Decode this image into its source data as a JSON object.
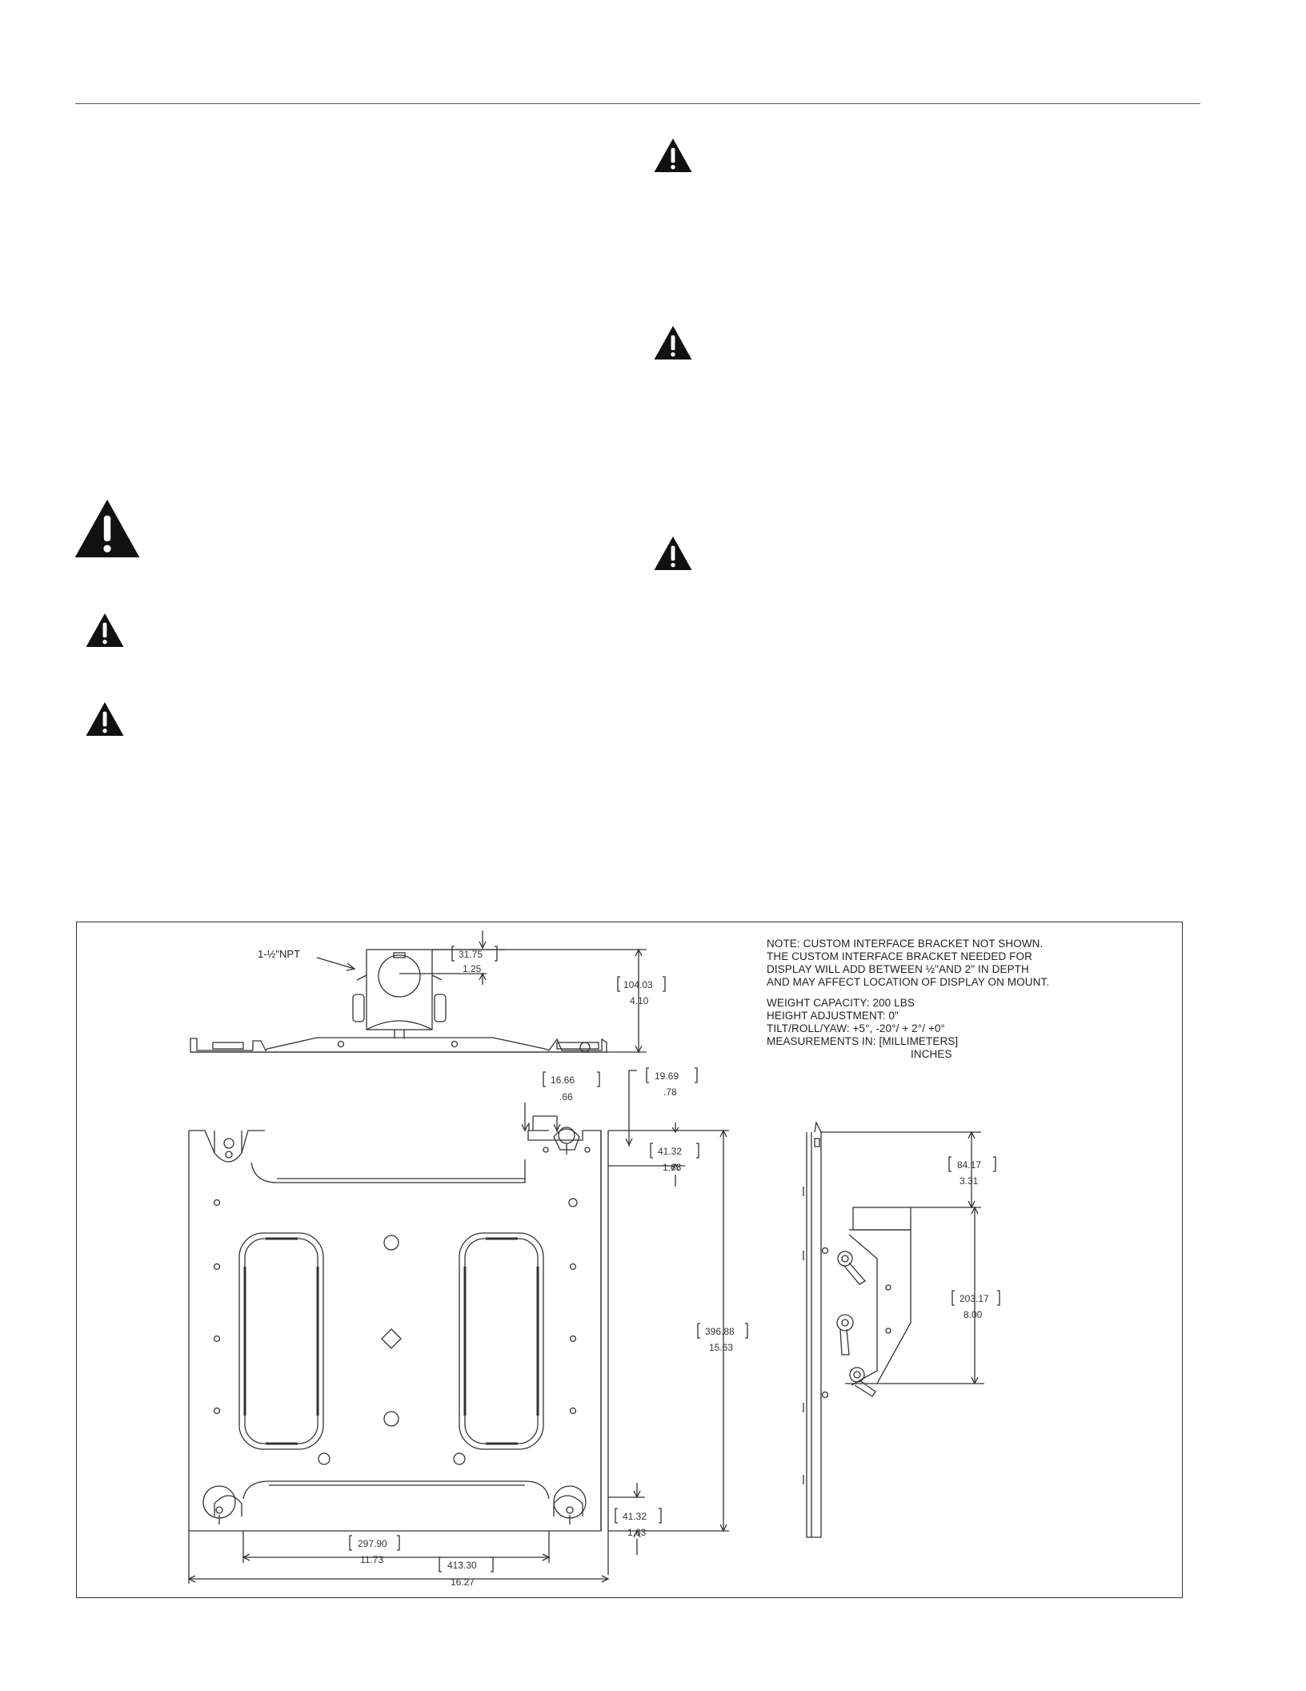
{
  "figure": {
    "callout": "1-½\"NPT",
    "note_lines": [
      "NOTE:  CUSTOM INTERFACE BRACKET NOT SHOWN.",
      "THE CUSTOM INTERFACE BRACKET NEEDED FOR",
      "DISPLAY WILL ADD BETWEEN ½\"AND 2\" IN DEPTH",
      "AND MAY AFFECT LOCATION OF DISPLAY ON MOUNT."
    ],
    "spec_lines": [
      "WEIGHT CAPACITY:  200 LBS",
      "HEIGHT ADJUSTMENT:  0\"",
      "TILT/ROLL/YAW:  +5°, -20°/ + 2°/ +0°",
      "MEASUREMENTS IN:  [MILLIMETERS]"
    ],
    "units_line": "INCHES",
    "dimensions": {
      "d1": {
        "mm": "31.75",
        "in": "1.25"
      },
      "d2": {
        "mm": "104.03",
        "in": "4.10"
      },
      "d3": {
        "mm": "16.66",
        "in": ".66"
      },
      "d4": {
        "mm": "19.69",
        "in": ".78"
      },
      "d5": {
        "mm": "41.32",
        "in": "1.63"
      },
      "d6": {
        "mm": "396.88",
        "in": "15.63"
      },
      "d7": {
        "mm": "41.32",
        "in": "1.63"
      },
      "d8": {
        "mm": "297.90",
        "in": "11.73"
      },
      "d9": {
        "mm": "413.30",
        "in": "16.27"
      },
      "d10": {
        "mm": "84.17",
        "in": "3.31"
      },
      "d11": {
        "mm": "203.17",
        "in": "8.00"
      }
    }
  }
}
